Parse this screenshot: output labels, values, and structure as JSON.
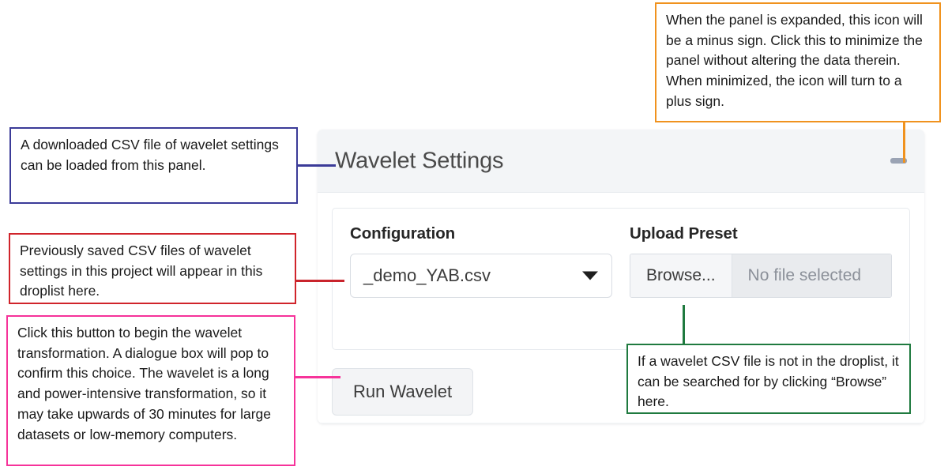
{
  "panel": {
    "title": "Wavelet Settings",
    "collapse_toggle": {
      "icon": "minus-icon",
      "state": "expanded"
    },
    "configuration": {
      "label": "Configuration",
      "selected_value": "_demo_YAB.csv",
      "chevron_icon": "chevron-down-icon"
    },
    "upload_preset": {
      "label": "Upload Preset",
      "browse_label": "Browse...",
      "file_name": "No file selected"
    },
    "run_button_label": "Run Wavelet"
  },
  "annotations": [
    {
      "id": "collapse",
      "color": "#f0921e",
      "text": "When the panel is expanded, this icon will be a minus sign. Click this to minimize the panel without altering the data therein. When minimized, the icon will turn to a plus sign."
    },
    {
      "id": "panel-load",
      "color": "#3b3b98",
      "text": "A downloaded CSV file of wavelet settings can be loaded from this panel."
    },
    {
      "id": "droplist",
      "color": "#d0242b",
      "text": "Previously saved CSV files of wavelet settings in this project will appear in this droplist here."
    },
    {
      "id": "run",
      "color": "#f6339a",
      "text": "Click this button to begin the wavelet transformation. A dialogue box will pop to confirm this choice. The wavelet is a long and power-intensive transformation, so it may take upwards of 30 minutes for large datasets or low-memory computers."
    },
    {
      "id": "browse",
      "color": "#1f7a3f",
      "text": "If a wavelet CSV file is not in the droplist, it can be searched for by clicking “Browse” here."
    }
  ],
  "colors": {
    "panel_background": "#f3f5f7",
    "body_background": "#ffffff",
    "title_text": "#4a4a4a",
    "minus_icon": "#9aa3b4",
    "annotation_orange": "#f0921e",
    "annotation_navy": "#3b3b98",
    "annotation_red": "#d0242b",
    "annotation_pink": "#f6339a",
    "annotation_green": "#1f7a3f"
  }
}
